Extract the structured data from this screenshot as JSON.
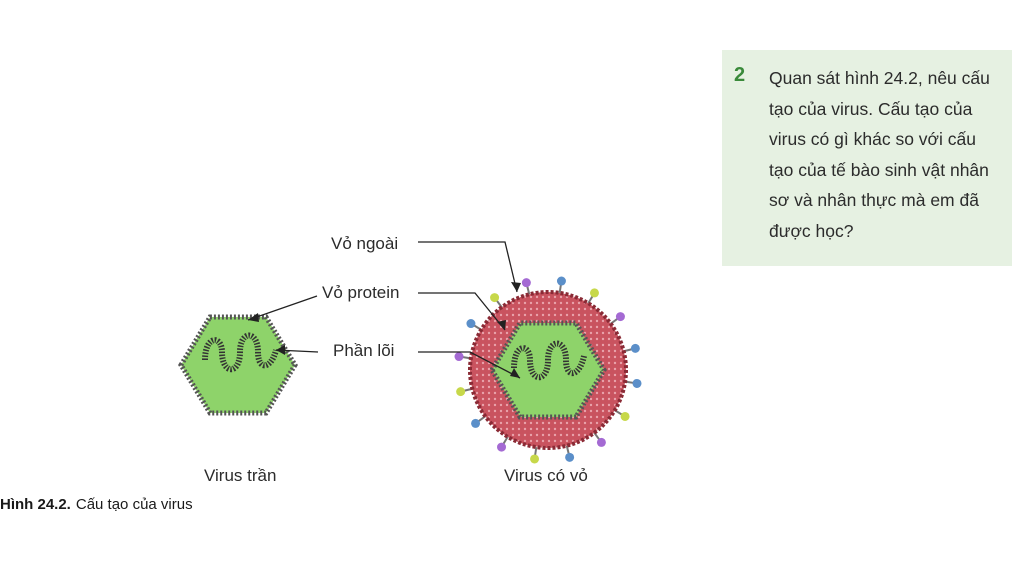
{
  "figure": {
    "labels": {
      "outer_envelope": "Vỏ ngoài",
      "protein_capsid": "Vỏ protein",
      "core": "Phần lõi"
    },
    "naked_virus_caption": "Virus trần",
    "enveloped_virus_caption": "Virus có vỏ",
    "caption_number": "Hình 24.2.",
    "caption_text": "Cấu tạo của virus"
  },
  "question": {
    "number": "2",
    "text": "Quan sát hình 24.2, nêu cấu tạo của virus. Cấu tạo của virus có gì khác so với cấu tạo của tế bào sinh vật nhân sơ và nhân thực mà em đã được học?"
  },
  "colors": {
    "capsid_green": "#8ed36a",
    "envelope_red": "#c24e5a",
    "question_box": "#e6f1e2",
    "accent_green": "#3a8a3a"
  }
}
